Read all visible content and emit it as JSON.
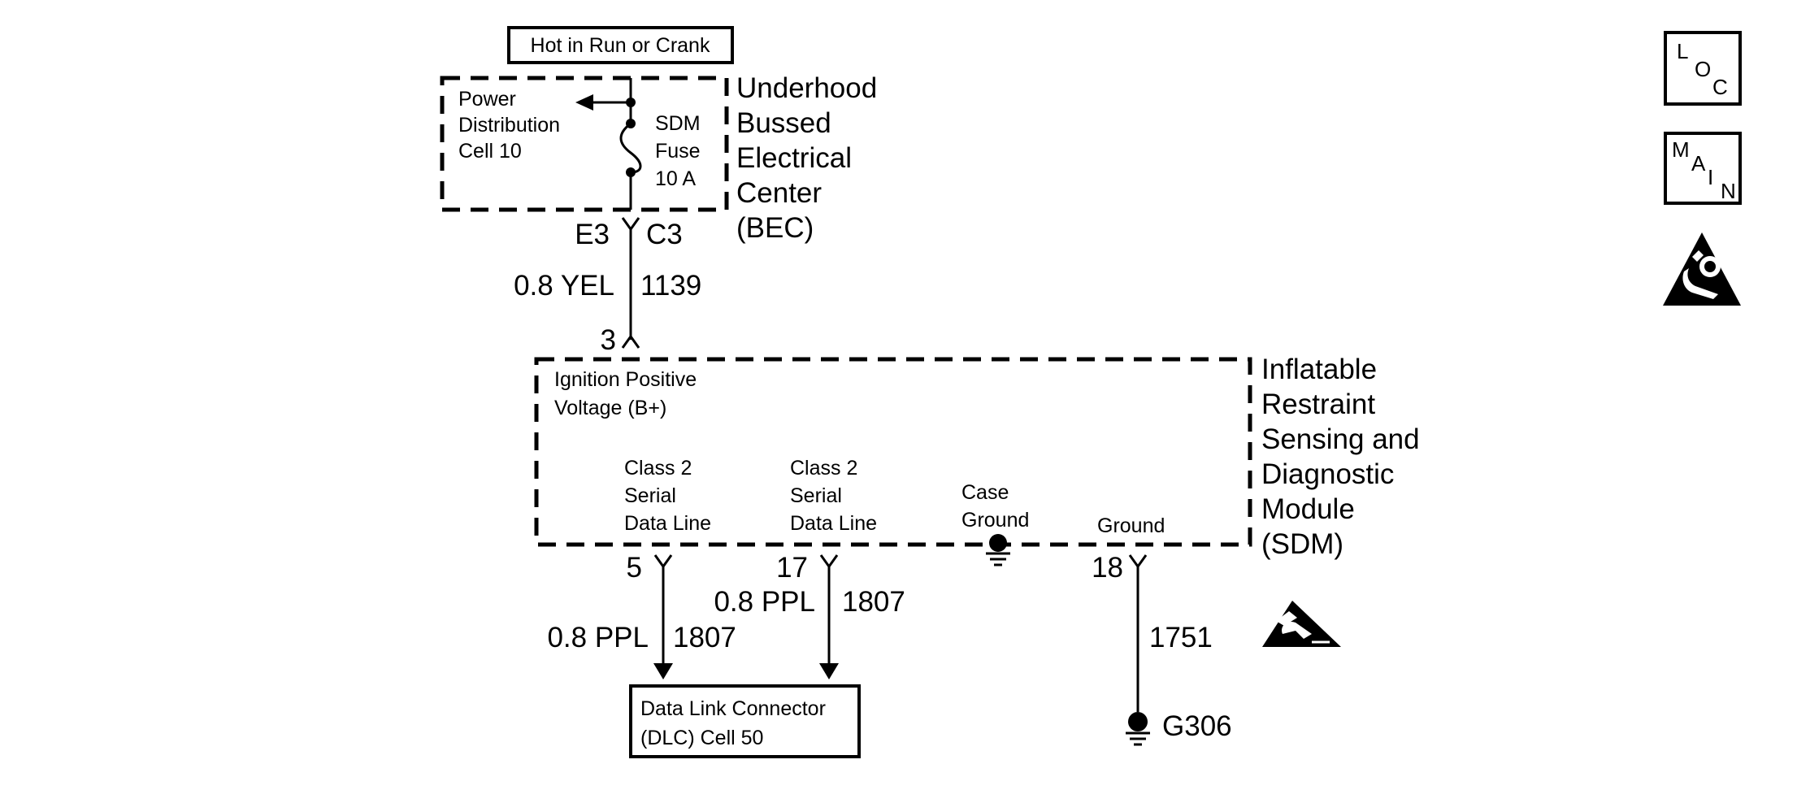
{
  "power_source": {
    "label": "Hot in Run or Crank"
  },
  "bec": {
    "name_lines": [
      "Underhood",
      "Bussed",
      "Electrical",
      "Center",
      "(BEC)"
    ],
    "power_dist_lines": [
      "Power",
      "Distribution",
      "Cell 10"
    ],
    "fuse_lines": [
      "SDM",
      "Fuse",
      "10 A"
    ],
    "connector_left": "E3",
    "connector_right": "C3"
  },
  "wire_1139": {
    "gauge_color": "0.8 YEL",
    "circuit": "1139"
  },
  "sdm": {
    "name_lines": [
      "Inflatable",
      "Restraint",
      "Sensing and",
      "Diagnostic",
      "Module",
      "(SDM)"
    ],
    "ign_pin": "3",
    "ign_label_lines": [
      "Ignition Positive",
      "Voltage (B+)"
    ],
    "data_a_lines": [
      "Class 2",
      "Serial",
      "Data Line"
    ],
    "data_b_lines": [
      "Class 2",
      "Serial",
      "Data Line"
    ],
    "case_ground_lines": [
      "Case",
      "Ground"
    ],
    "ground_label": "Ground"
  },
  "data_wire_a": {
    "pin": "5",
    "gauge_color": "0.8 PPL",
    "circuit": "1807"
  },
  "data_wire_b": {
    "pin": "17",
    "gauge_color": "0.8 PPL",
    "circuit": "1807"
  },
  "ground_wire": {
    "pin": "18",
    "circuit": "1751",
    "ground_id": "G306"
  },
  "dlc": {
    "line1": "Data Link Connector",
    "line2": "(DLC)  Cell 50"
  },
  "nav_icons": {
    "loc": [
      "L",
      "O",
      "C"
    ],
    "main": [
      "M",
      "A",
      "I",
      "N"
    ]
  },
  "icons": [
    "loc-icon",
    "main-icon",
    "airbag-warning-icon",
    "esd-warning-icon"
  ]
}
